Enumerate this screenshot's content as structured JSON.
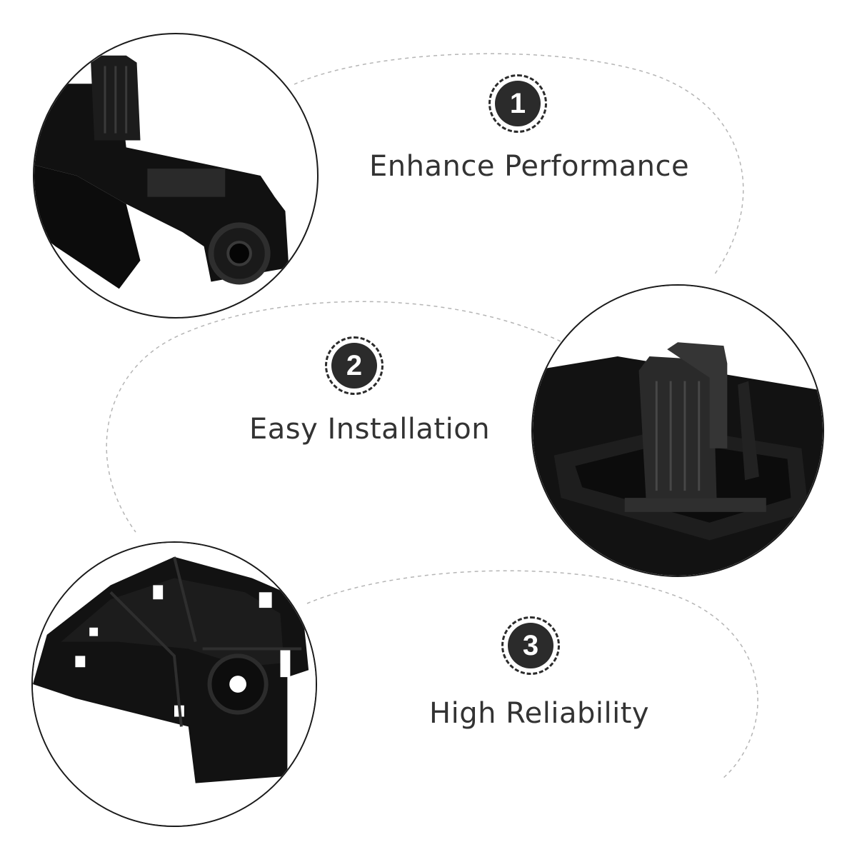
{
  "features": [
    {
      "number": "1",
      "label": "Enhance Performance",
      "photo_icon": "bracket-clip-side-view"
    },
    {
      "number": "2",
      "label": "Easy Installation",
      "photo_icon": "bracket-clip-top-closeup"
    },
    {
      "number": "3",
      "label": "High Reliability",
      "photo_icon": "bracket-full-underside"
    }
  ],
  "colors": {
    "badge": "#2b2b2b",
    "text": "#333333",
    "dash": "#b5b5b5",
    "part": "#111111"
  }
}
